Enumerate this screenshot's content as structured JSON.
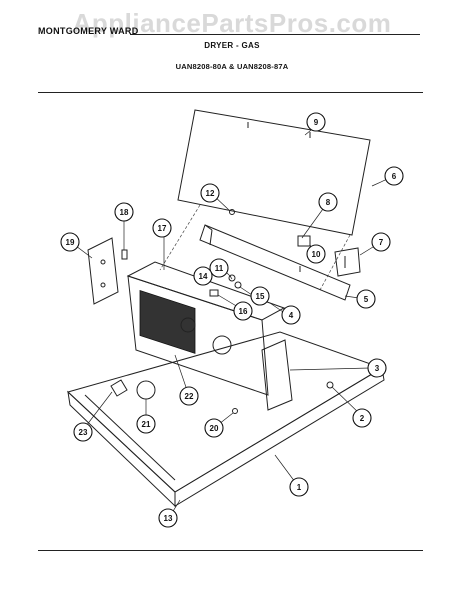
{
  "header": {
    "brand": "MONTGOMERY WARD",
    "title": "DRYER - GAS",
    "models": "UAN8208-80A & UAN8208-87A"
  },
  "watermark": "AppliancePartsPros.com",
  "callouts": [
    "1",
    "2",
    "3",
    "4",
    "5",
    "6",
    "7",
    "8",
    "9",
    "10",
    "11",
    "12",
    "13",
    "14",
    "15",
    "16",
    "17",
    "18",
    "19",
    "20",
    "21",
    "22",
    "23"
  ]
}
